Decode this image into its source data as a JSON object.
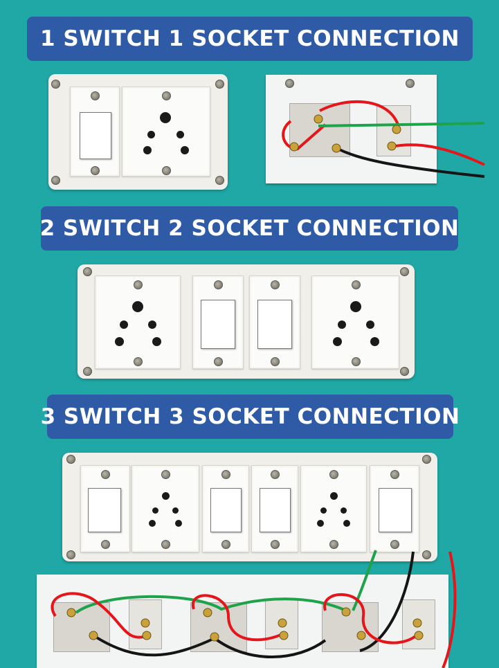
{
  "banners": [
    {
      "text": "1 SWITCH 1 SOCKET CONNECTION"
    },
    {
      "text": "2 SWITCH 2 SOCKET CONNECTION"
    },
    {
      "text": "3 SWITCH 3 SOCKET CONNECTION"
    }
  ],
  "colors": {
    "background": "#1fa8a6",
    "banner": "#2f5aa6",
    "wire_red": "#e4161c",
    "wire_green": "#1ea34b",
    "wire_black": "#151515"
  }
}
